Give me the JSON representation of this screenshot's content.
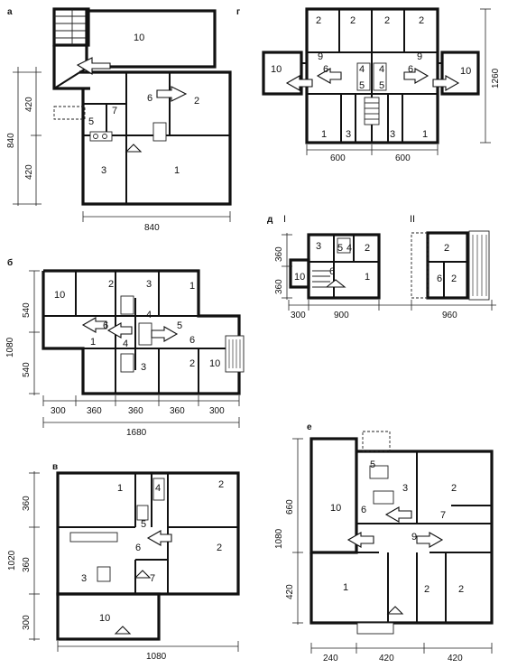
{
  "plans": {
    "a": {
      "label": "а",
      "rooms": {
        "r10": "10",
        "r6": "6",
        "r2": "2",
        "r5": "5",
        "r7": "7",
        "r3": "3",
        "r1": "1"
      },
      "dims": {
        "v1": "420",
        "v2": "420",
        "vt": "840",
        "h": "840"
      }
    },
    "g": {
      "label": "г",
      "rooms": {
        "r2a": "2",
        "r2b": "2",
        "r2c": "2",
        "r2d": "2",
        "r10a": "10",
        "r10b": "10",
        "r6a": "6",
        "r6b": "6",
        "r9a": "9",
        "r9b": "9",
        "r4a": "4",
        "r4b": "4",
        "r5a": "5",
        "r5b": "5",
        "r1a": "1",
        "r1b": "1",
        "r3a": "3",
        "r3b": "3"
      },
      "dims": {
        "h1": "600",
        "h2": "600",
        "v": "1260"
      }
    },
    "d": {
      "label": "д",
      "part1": "I",
      "part2": "II",
      "rooms": {
        "i3": "3",
        "i5": "5",
        "i4": "4",
        "i2": "2",
        "i10": "10",
        "i6": "6",
        "i1": "1",
        "ii2a": "2",
        "ii6": "6",
        "ii2b": "2"
      },
      "dims": {
        "v1": "360",
        "v2": "360",
        "h1": "300",
        "h2": "900",
        "h3": "960"
      }
    },
    "b": {
      "label": "б",
      "rooms": {
        "r10a": "10",
        "r2a": "2",
        "r3a": "3",
        "r1a": "1",
        "r6a": "6",
        "r4a": "4",
        "r1b": "1",
        "r4b": "4",
        "r5a": "5",
        "r6b": "6",
        "r3b": "3",
        "r2b": "2",
        "r10b": "10"
      },
      "dims": {
        "v1": "540",
        "v2": "540",
        "vt": "1080",
        "h1": "300",
        "h2": "360",
        "h3": "360",
        "h4": "360",
        "h5": "300",
        "ht": "1680"
      }
    },
    "v": {
      "label": "в",
      "rooms": {
        "r1": "1",
        "r4": "4",
        "r2a": "2",
        "r5": "5",
        "r6": "6",
        "r2b": "2",
        "r3": "3",
        "r7": "7",
        "r10": "10"
      },
      "dims": {
        "v1": "360",
        "v2": "360",
        "v3": "300",
        "vt": "1020",
        "h": "1080"
      }
    },
    "e": {
      "label": "е",
      "rooms": {
        "r5": "5",
        "r10": "10",
        "r3": "3",
        "r2a": "2",
        "r6": "6",
        "r7": "7",
        "r9": "9",
        "r1": "1",
        "r2b": "2",
        "r2c": "2"
      },
      "dims": {
        "v1": "660",
        "v2": "420",
        "vt": "1080",
        "h1": "240",
        "h2": "420",
        "h3": "420"
      }
    }
  }
}
